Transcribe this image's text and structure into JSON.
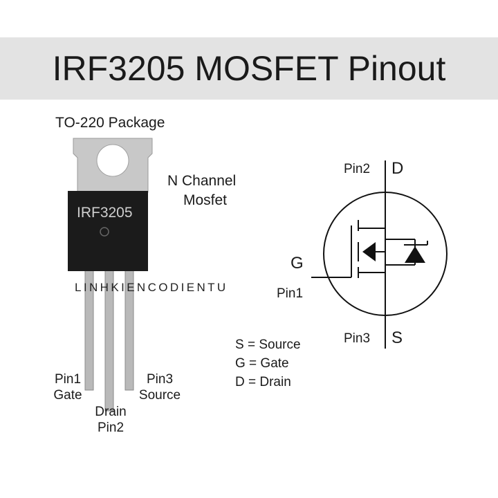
{
  "title": "IRF3205 MOSFET Pinout",
  "package_label": "TO-220 Package",
  "part_marking": "IRF3205",
  "channel_label": [
    "N Channel",
    "Mosfet"
  ],
  "watermark": "LINHKIENCODIENTU",
  "pins": {
    "pin1": {
      "number": "Pin1",
      "name": "Gate"
    },
    "pin2": {
      "number": "Pin2",
      "name": "Drain"
    },
    "pin3": {
      "number": "Pin3",
      "name": "Source"
    }
  },
  "symbol": {
    "drain_letter": "D",
    "gate_letter": "G",
    "source_letter": "S",
    "pin2_label": "Pin2",
    "pin1_label": "Pin1",
    "pin3_label": "Pin3"
  },
  "legend": [
    "S = Source",
    "G = Gate",
    "D = Drain"
  ],
  "colors": {
    "tab": "#c9c9c9",
    "body": "#1b1b1b",
    "leads": "#b5b5b5"
  }
}
